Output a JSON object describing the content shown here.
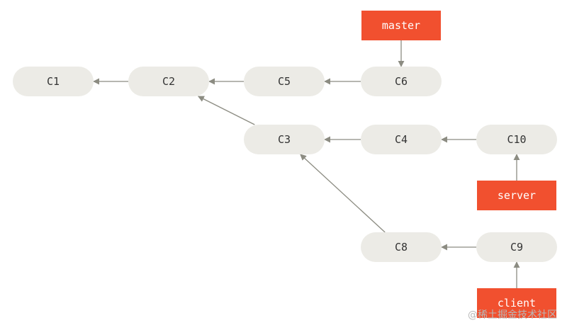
{
  "diagram": {
    "commits": [
      {
        "id": "C1",
        "label": "C1"
      },
      {
        "id": "C2",
        "label": "C2"
      },
      {
        "id": "C5",
        "label": "C5"
      },
      {
        "id": "C6",
        "label": "C6"
      },
      {
        "id": "C3",
        "label": "C3"
      },
      {
        "id": "C4",
        "label": "C4"
      },
      {
        "id": "C10",
        "label": "C10"
      },
      {
        "id": "C8",
        "label": "C8"
      },
      {
        "id": "C9",
        "label": "C9"
      }
    ],
    "parents": [
      {
        "from": "C2",
        "to": "C1"
      },
      {
        "from": "C5",
        "to": "C2"
      },
      {
        "from": "C6",
        "to": "C5"
      },
      {
        "from": "C3",
        "to": "C2"
      },
      {
        "from": "C4",
        "to": "C3"
      },
      {
        "from": "C10",
        "to": "C4"
      },
      {
        "from": "C8",
        "to": "C3"
      },
      {
        "from": "C9",
        "to": "C8"
      }
    ],
    "branches": [
      {
        "name": "master",
        "points_to": "C6"
      },
      {
        "name": "server",
        "points_to": "C10"
      },
      {
        "name": "client",
        "points_to": "C9"
      }
    ],
    "colors": {
      "commit_fill": "#ecebe6",
      "branch_fill": "#f1502f",
      "arrow": "#8c8c82"
    }
  },
  "watermark": "@稀土掘金技术社区"
}
